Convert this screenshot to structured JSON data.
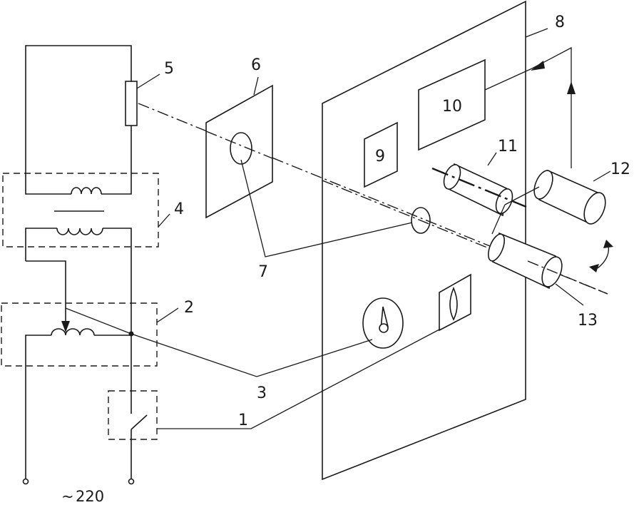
{
  "labels": {
    "switch": "1",
    "variac": "2",
    "voltmeter": "3",
    "transformer": "4",
    "lamp": "5",
    "aperture_plate": "6",
    "light_spots": "7",
    "panel": "8",
    "box9": "9",
    "box10": "10",
    "roller11": "11",
    "roller12": "12",
    "roller13": "13"
  },
  "supply": {
    "symbol": "~",
    "voltage": "220"
  }
}
